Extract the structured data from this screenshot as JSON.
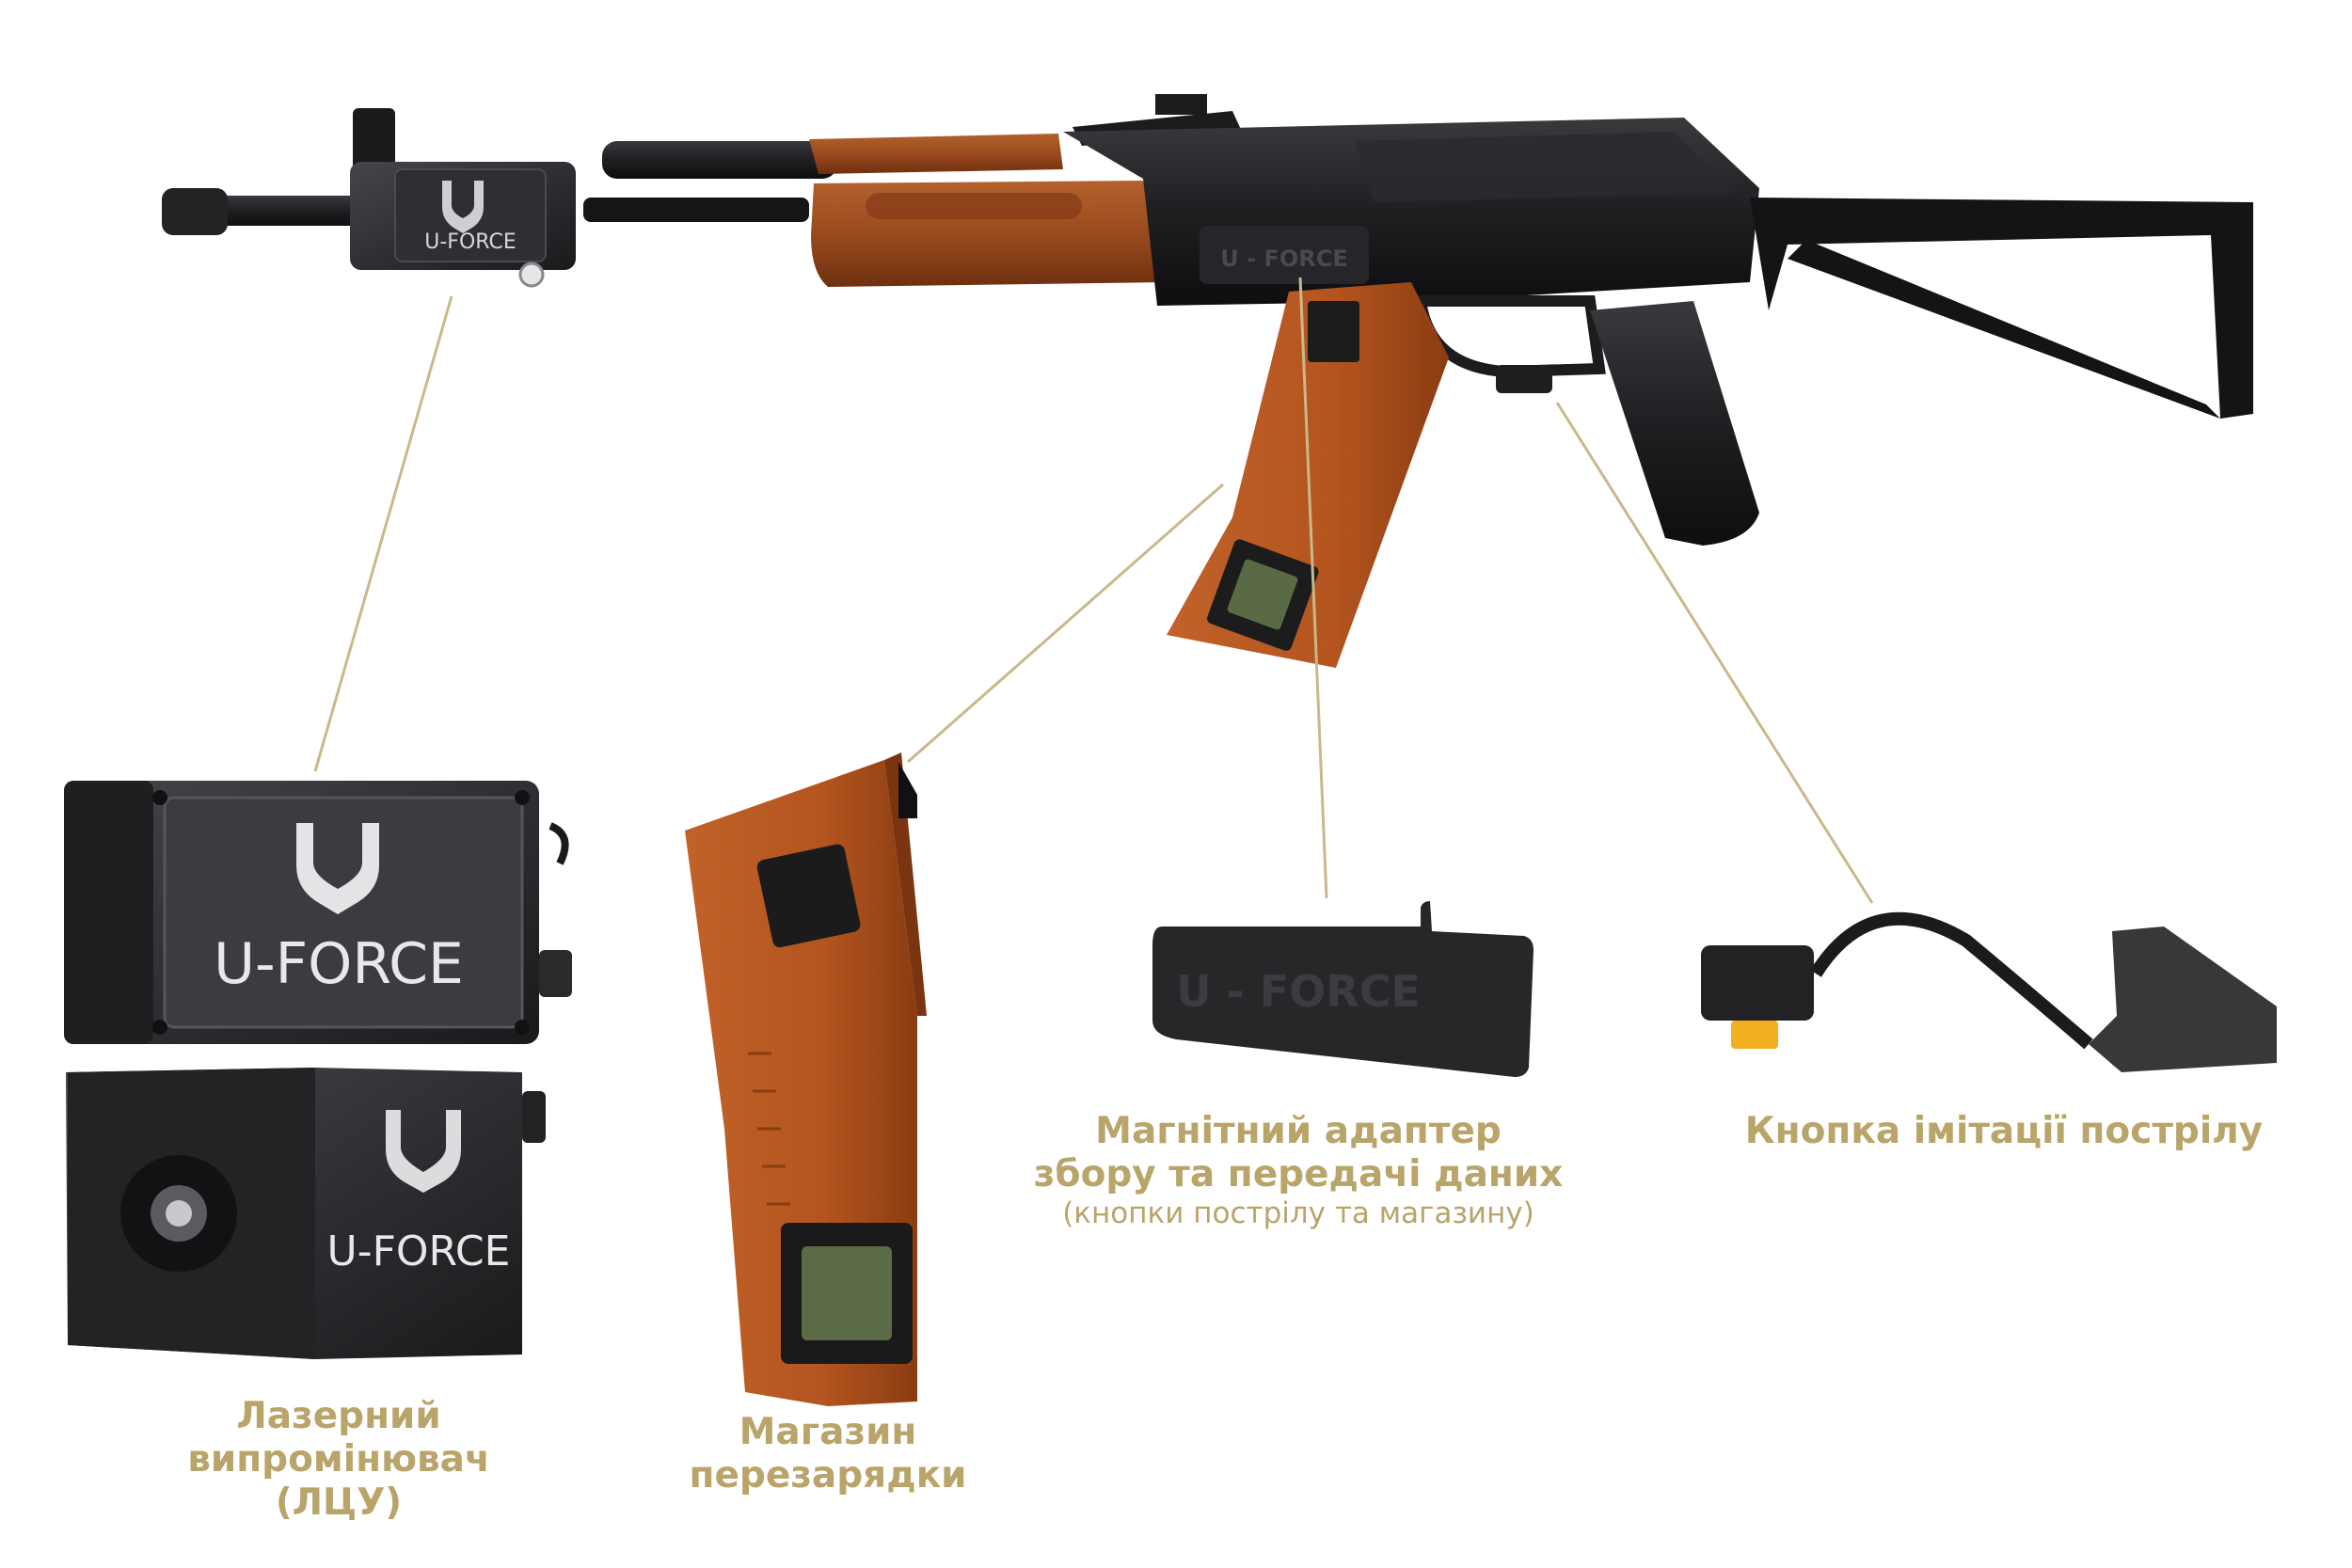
{
  "brand": "U-FORCE",
  "brand_spaced": "U - FORCE",
  "labels": {
    "laser_line1": "Лазерний",
    "laser_line2": "випромінювач (ЛЦУ)",
    "magazine_line1": "Магазин",
    "magazine_line2": "перезарядки",
    "adapter_line1": "Магнітний адаптер",
    "adapter_line2": "збору та передачі даних",
    "adapter_sub": "(кнопки пострілу та магазину)",
    "trigger_line1": "Кнопка імітації пострілу"
  },
  "colors": {
    "accent": "#b9a46a",
    "wood": "#9a4a1e",
    "magazine": "#b4541f",
    "metal": "#1c1c1e",
    "background": "#ffffff"
  }
}
